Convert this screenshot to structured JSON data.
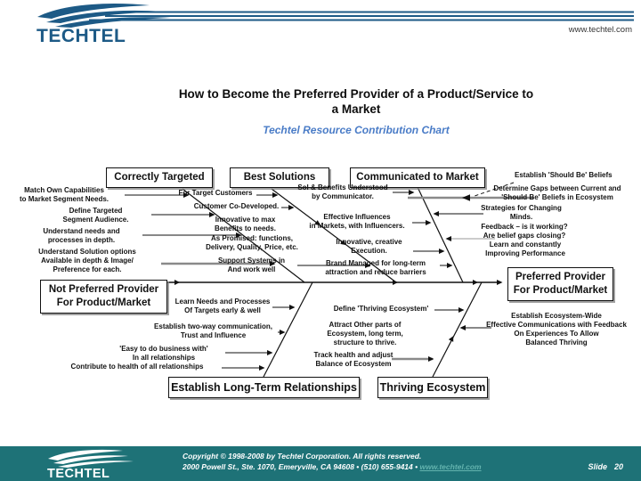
{
  "header": {
    "logo_text": "TECHTEL",
    "website": "www.techtel.com"
  },
  "title": {
    "line1": "How to Become the Preferred Provider of a Product/Service to",
    "line2": "a Market",
    "subtitle": "Techtel Resource Contribution Chart"
  },
  "diagram": {
    "boxes": {
      "correctly_targeted": "Correctly Targeted",
      "best_solutions": "Best Solutions",
      "communicated_to_market": "Communicated to Market",
      "not_preferred": "Not Preferred Provider\nFor Product/Market",
      "preferred": "Preferred Provider\nFor Product/Market",
      "establish_long_term": "Establish Long-Term Relationships",
      "thriving_ecosystem": "Thriving Ecosystem"
    },
    "labels": {
      "left_top": [
        "Match Own Capabilities\nto Market Segment Needs.",
        "Define Targeted\nSegment Audience.",
        "Understand needs and\nprocesses in depth.",
        "Understand Solution options\nAvailable in depth & Image/\nPreference for each."
      ],
      "mid_top": [
        "For Target Customers",
        "Customer Co-Developed.",
        "Innovative to max\nBenefits to needs.",
        "As Promised: functions,\nDelivery, Quality, Price, etc.",
        "Support Systems in\nAnd work well"
      ],
      "comm": [
        "Sol & Benefits Understood\nby Communicator.",
        "Effective Influences\nin Markets, with Influencers.",
        "Innovative, creative\nExecution.",
        "Brand Managed for long-term\nattraction and reduce barriers"
      ],
      "far_right": [
        "Establish 'Should Be' Beliefs",
        "Determine Gaps between Current and\n'Should Be' Beliefs in Ecosystem",
        "Strategies for Changing\nMinds.",
        "Feedback – is it working?\nAre belief gaps closing?",
        "Learn and constantly\nImproving Performance"
      ],
      "bottom_left": [
        "Learn Needs and Processes\nOf Targets early & well",
        "Establish two-way communication,\nTrust and Influence",
        "'Easy to do business with'\nIn all relationships",
        "Contribute to health of all relationships"
      ],
      "bottom_right": [
        "Define 'Thriving Ecosystem'",
        "Attract Other parts of\nEcosystem, long term,\nstructure to thrive.",
        "Track health and adjust\nBalance of Ecosystem",
        "Establish Ecosystem-Wide\nEffective Communications with Feedback\nOn Experiences To Allow\nBalanced Thriving"
      ]
    }
  },
  "footer": {
    "logo_text": "TECHTEL",
    "copyright_line1": "Copyright © 1998-2008 by Techtel Corporation. All rights reserved.",
    "address": "2000 Powell St., Ste. 1070, Emeryville, CA 94608  •  (510) 655-9414  •  ",
    "link": "www.techtel.com",
    "slide_label": "Slide",
    "slide_number": "20"
  },
  "colors": {
    "brand_blue": "#1d5a86",
    "subtitle_blue": "#4a7cc7",
    "footer_teal": "#1e7277",
    "footer_link": "#63b3ae",
    "gray_arrow": "#8a8a8a"
  }
}
